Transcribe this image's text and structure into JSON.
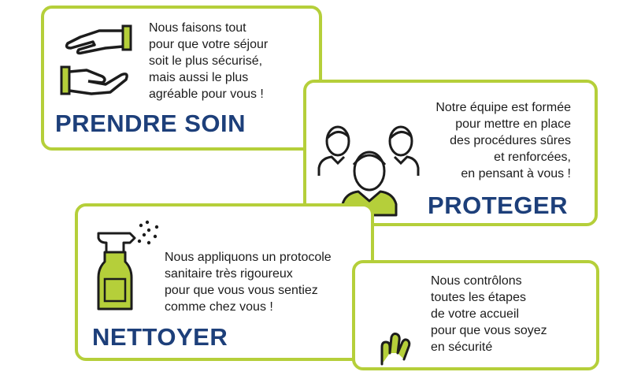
{
  "colors": {
    "accent": "#b5cf3a",
    "title": "#1d3f7a",
    "outline": "#1c1c1c"
  },
  "cards": [
    {
      "icon": "caring-hands-icon",
      "text": "Nous faisons tout\npour que votre séjour\nsoit le plus sécurisé,\nmais aussi le plus\nagréable pour vous !",
      "title": "PRENDRE SOIN"
    },
    {
      "icon": "team-people-icon",
      "text": "Notre équipe est formée\npour mettre en place\ndes procédures sûres\net renforcées,\nen pensant à vous !",
      "title": "PROTEGER"
    },
    {
      "icon": "spray-bottle-icon",
      "text": "Nous appliquons un protocole\nsanitaire très rigoureux\npour que vous vous sentiez\ncomme chez vous !",
      "title": "NETTOYER"
    },
    {
      "icon": "checking-hand-icon",
      "text": "Nous contrôlons\ntoutes les étapes\nde votre accueil\npour que vous soyez\nen sécurité",
      "title": ""
    }
  ]
}
